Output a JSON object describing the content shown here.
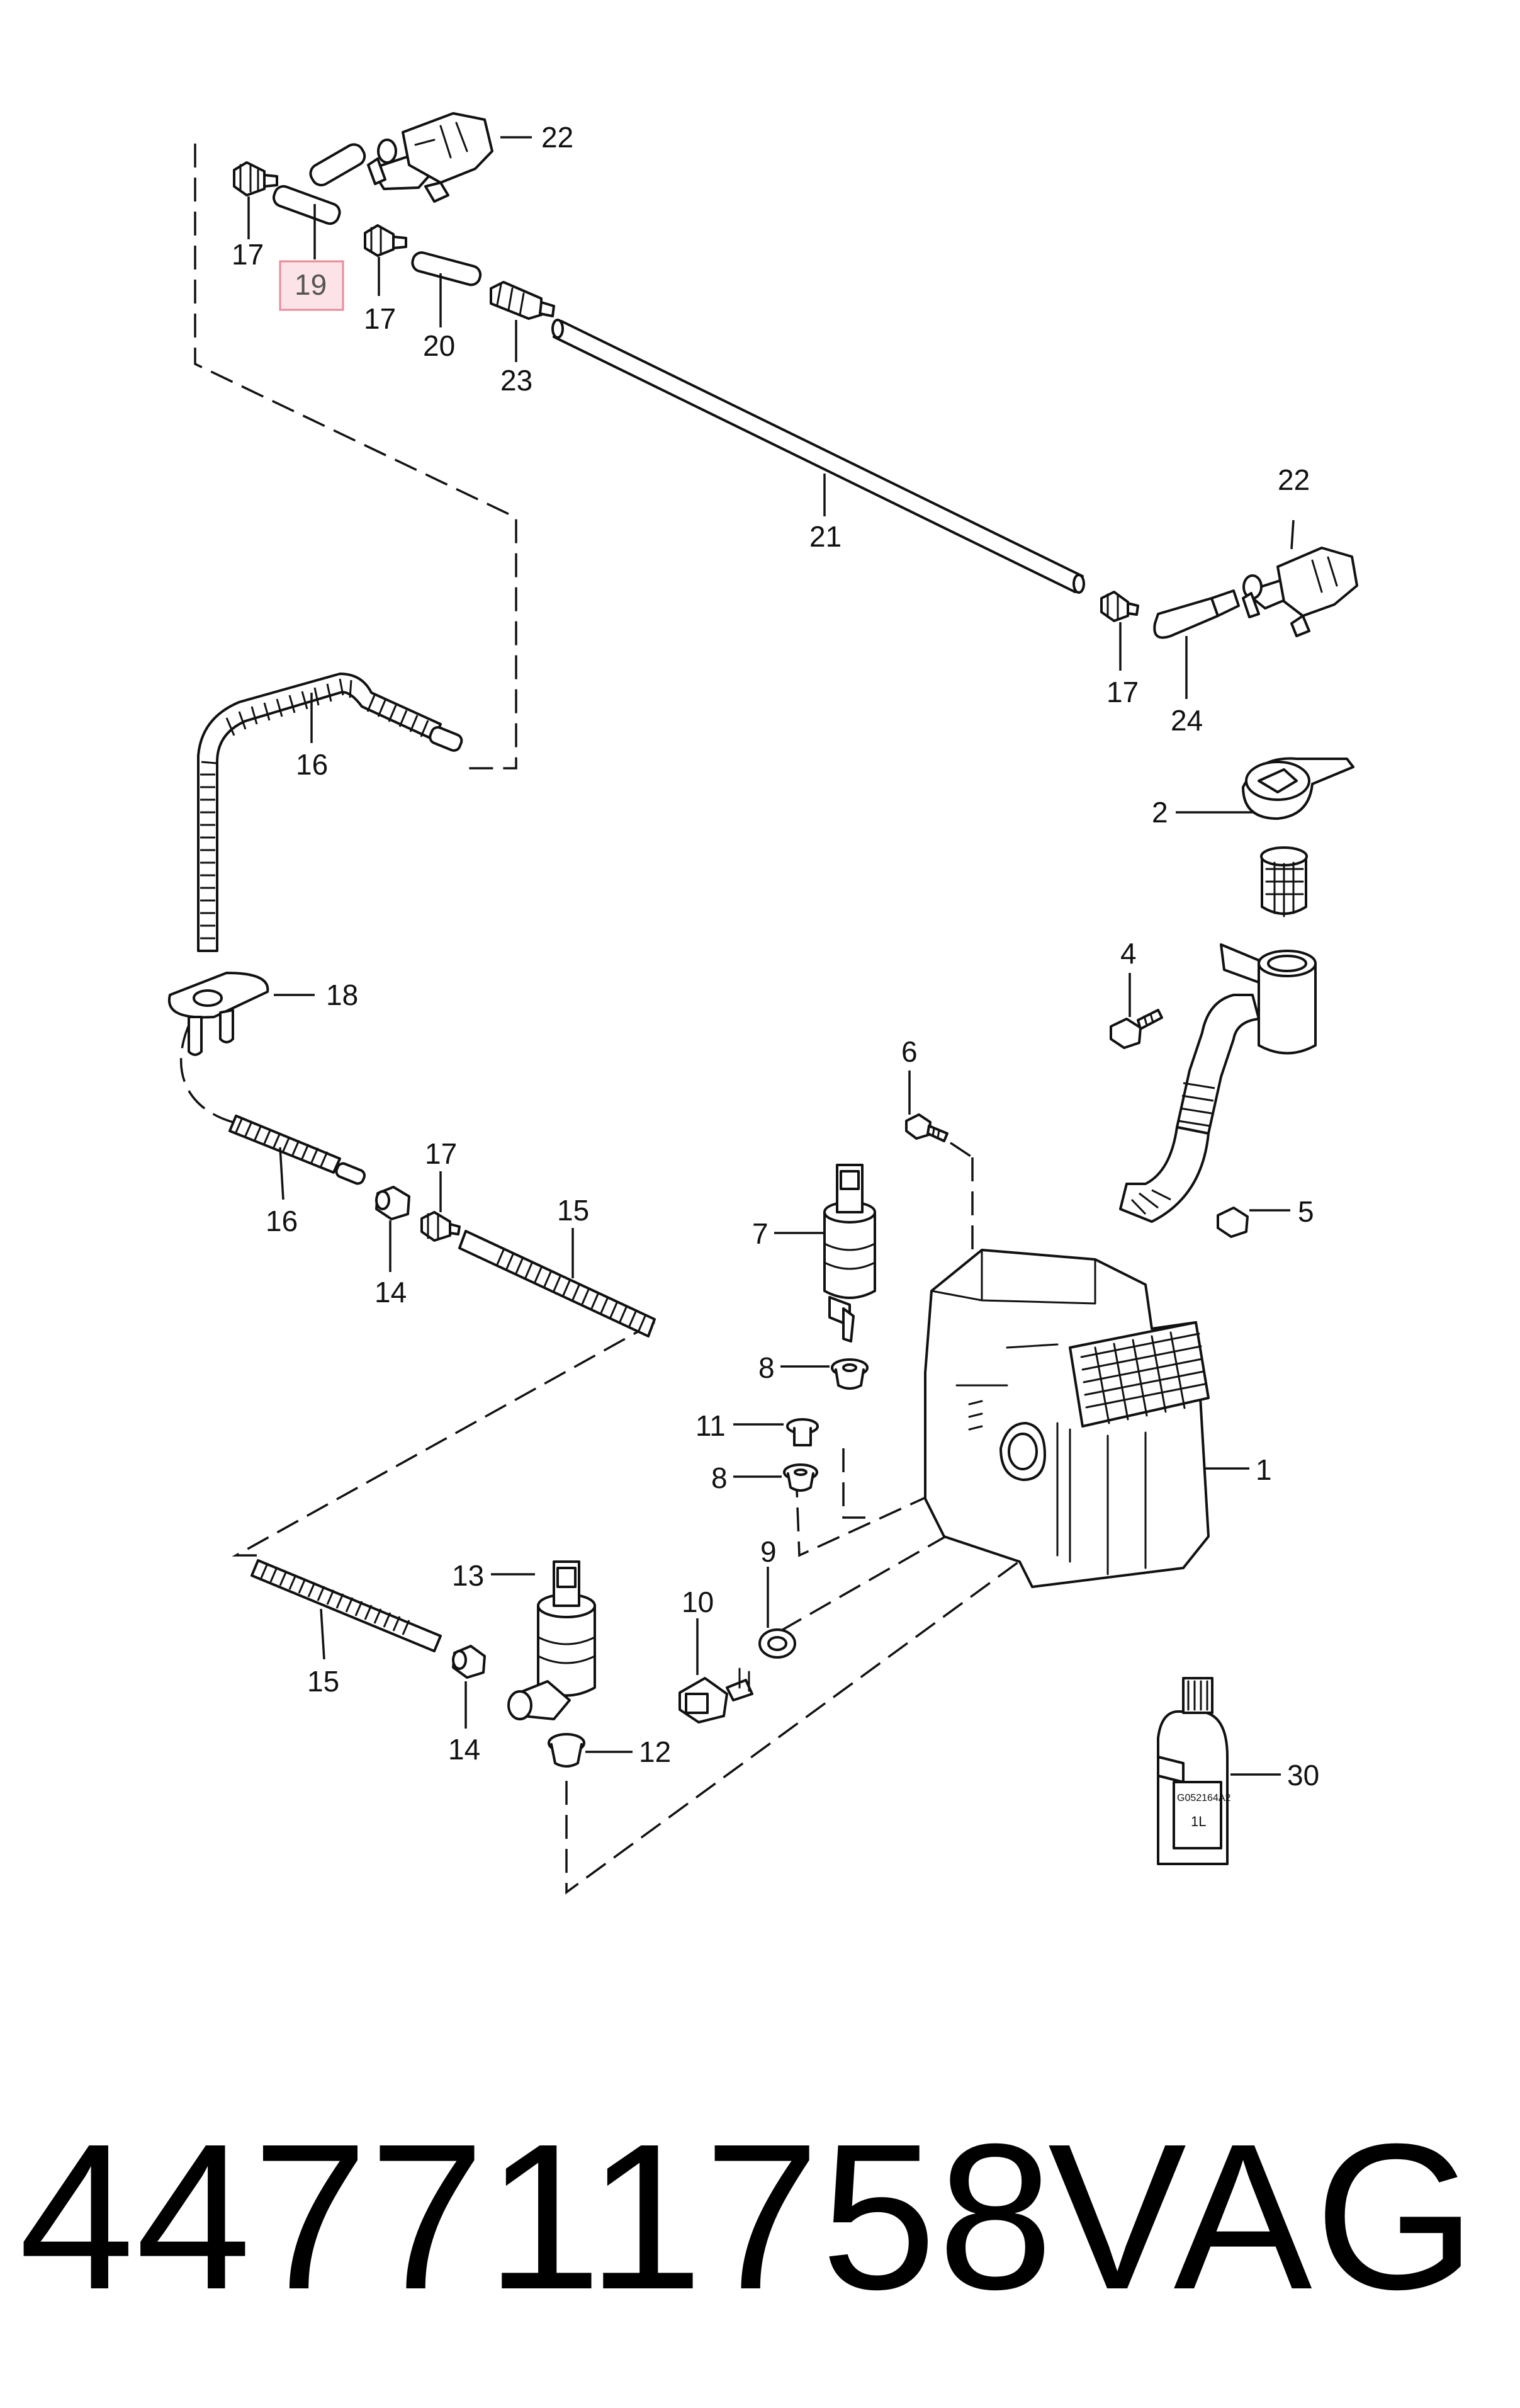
{
  "diagram": {
    "labels": {
      "p1": "1",
      "p2": "2",
      "p4": "4",
      "p5": "5",
      "p6": "6",
      "p7": "7",
      "p8a": "8",
      "p8b": "8",
      "p9": "9",
      "p10": "10",
      "p11": "11",
      "p12": "12",
      "p13": "13",
      "p14a": "14",
      "p14b": "14",
      "p15a": "15",
      "p15b": "15",
      "p16a": "16",
      "p16b": "16",
      "p17a": "17",
      "p17b": "17",
      "p17c": "17",
      "p17d": "17",
      "p18": "18",
      "p19": "19",
      "p20": "20",
      "p21": "21",
      "p22a": "22",
      "p22b": "22",
      "p23": "23",
      "p24": "24",
      "p30": "30"
    },
    "bottle_labels": {
      "code": "G052164A2",
      "volume": "1L"
    },
    "highlight_color": "#e88a9a",
    "highlight_fill": "#fbe3e8"
  },
  "footer": {
    "part_number": "447711758",
    "brand": "VAG"
  }
}
